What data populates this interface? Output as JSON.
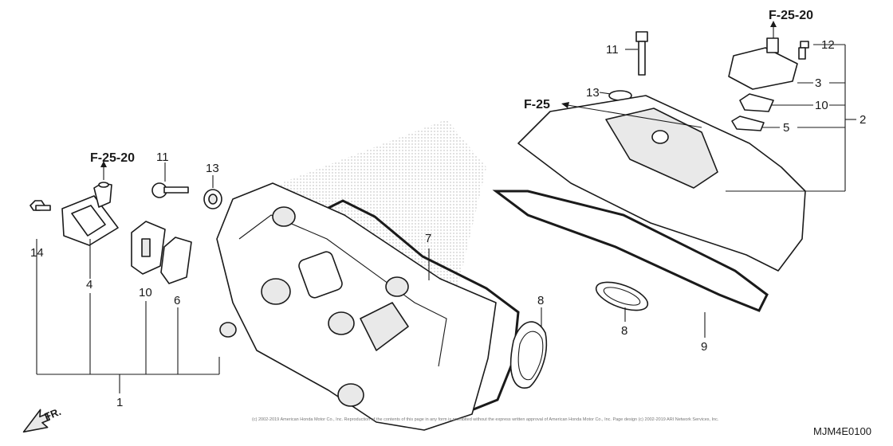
{
  "refs": {
    "left_top": "F-25-20",
    "right_top": "F-25-20",
    "right_mid": "F-25"
  },
  "callouts": {
    "left": {
      "c14": "14",
      "c4": "4",
      "c11": "11",
      "c13": "13",
      "c10": "10",
      "c6": "6",
      "c7": "7",
      "c8": "8",
      "c1": "1"
    },
    "right": {
      "c11": "11",
      "c12": "12",
      "c3": "3",
      "c13": "13",
      "c10": "10",
      "c5": "5",
      "c2": "2",
      "c8": "8",
      "c9": "9"
    }
  },
  "front_marker": "FR.",
  "drawing_code": "MJM4E0100",
  "copyright": "(c) 2002-2019 American Honda Motor Co., Inc. Reproduction of the contents of this page in any form is prohibited without the express written approval of American Honda Motor Co., Inc. Page design (c) 2002-2019 ARI Network Services, Inc."
}
